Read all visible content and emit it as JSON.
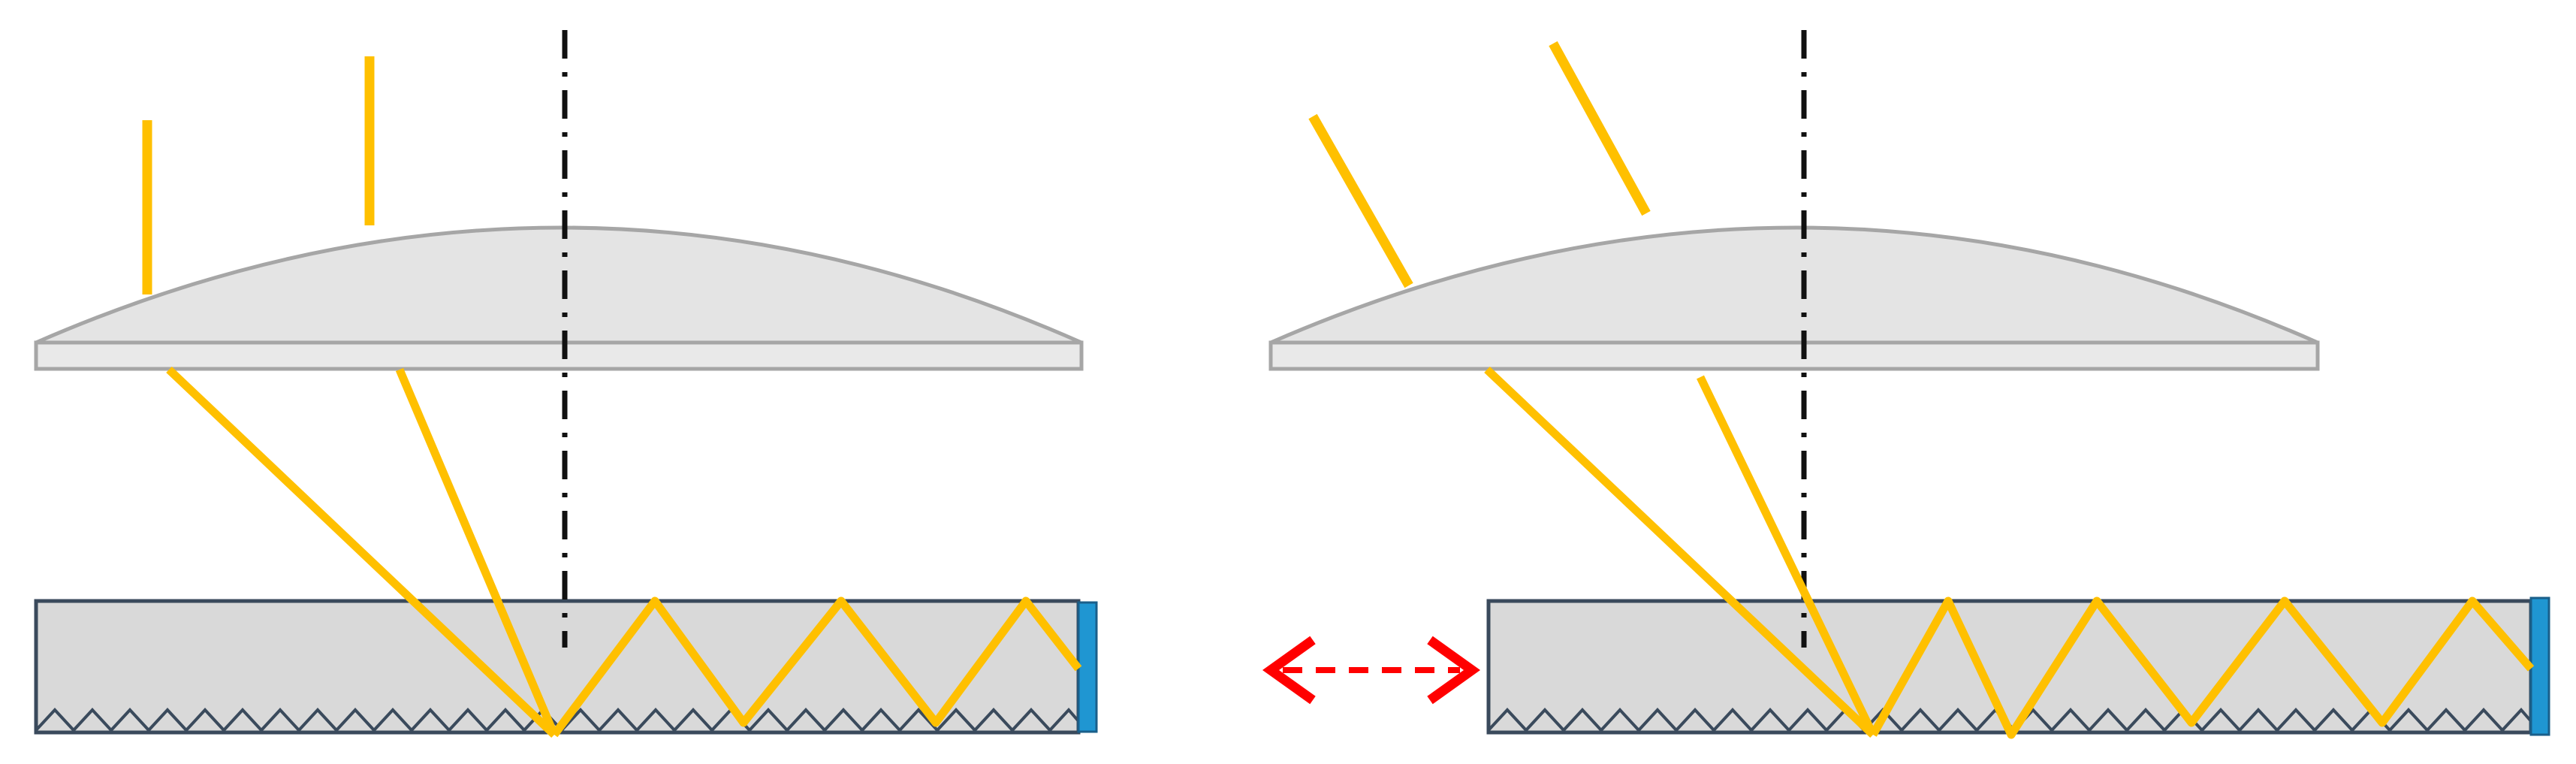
{
  "colors": {
    "background": "#ffffff",
    "lens_fill": "#e4e4e4",
    "lens_stroke": "#a6a6a6",
    "waveguide_fill": "#d9d9d9",
    "waveguide_stroke": "#3a4a5c",
    "grating_stroke": "#3a4a5c",
    "light_ray": "#ffc000",
    "optical_axis": "#111111",
    "output_coupler": "#1f96d2",
    "shift_arrow": "#ff0000"
  },
  "panels": [
    {
      "id": "left",
      "incidence": "normal"
    },
    {
      "id": "right",
      "incidence": "oblique"
    }
  ],
  "icons": {
    "shift_arrow": "double-headed-dashed-arrow"
  }
}
